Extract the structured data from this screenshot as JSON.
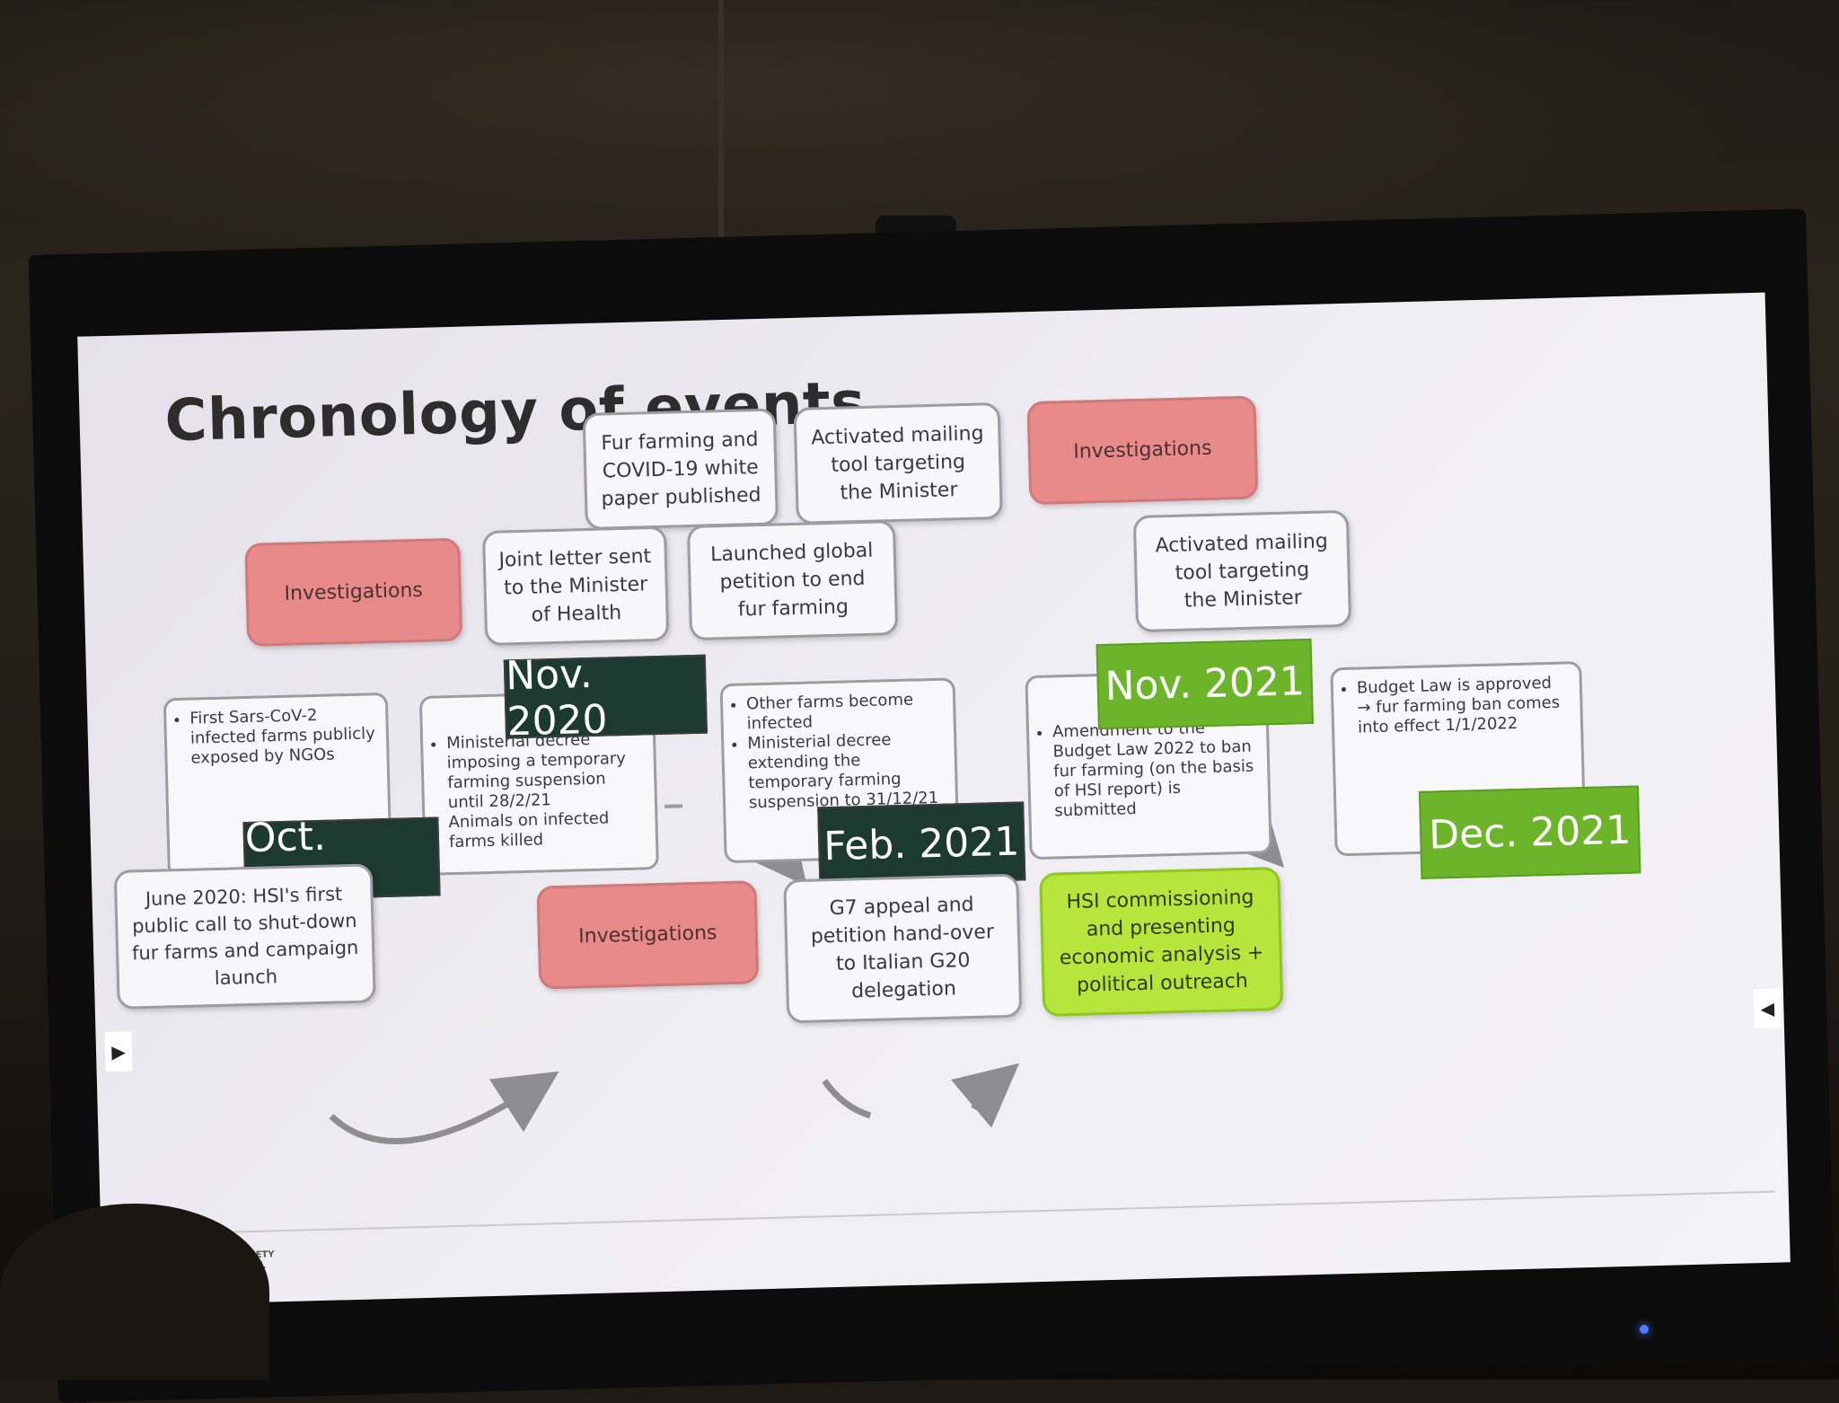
{
  "slide": {
    "title": "Chronology of events",
    "boxes": {
      "white_paper": "Fur farming and\nCOVID-19 white\npaper published",
      "mailing_top": "Activated mailing\ntool targeting\nthe Minister",
      "investigations_top_right": "Investigations",
      "investigations_left": "Investigations",
      "joint_letter": "Joint letter sent\nto the Minister\nof Health",
      "global_petition": "Launched global\npetition to end\nfur farming",
      "mailing_right": "Activated mailing\ntool targeting\nthe Minister",
      "june_2020": "June 2020: HSI's first\npublic call to shut-down\nfur farms and campaign\nlaunch",
      "investigations_bottom": "Investigations",
      "g7_appeal": "G7 appeal and\npetition hand-over\nto Italian G20\ndelegation",
      "hsi_commissioning": "HSI commissioning\nand presenting\neconomic analysis +\npolitical outreach"
    },
    "cards": {
      "oct_2020": [
        "First Sars-CoV-2 infected farms publicly exposed by NGOs"
      ],
      "nov_2020": [
        "Ministerial decree imposing a temporary farming suspension until 28/2/21",
        "Animals on infected farms killed"
      ],
      "feb_2021": [
        "Other farms become infected",
        "Ministerial decree extending the temporary farming suspension to 31/12/21"
      ],
      "nov_2021": [
        "Amendment to the Budget Law 2022 to ban fur farming (on the basis of HSI report) is submitted"
      ],
      "dec_2021": [
        "Budget Law is approved → fur farming ban comes into effect 1/1/2022"
      ]
    },
    "dates": {
      "oct_2020": "Oct. 2020",
      "nov_2020": "Nov. 2020",
      "feb_2021": "Feb. 2021",
      "nov_2021": "Nov. 2021",
      "dec_2021": "Dec. 2021"
    },
    "logo_text": "HUMANE SOCIETY\nINTERNATIONAL"
  },
  "colors": {
    "dark_date": "#1c3a30",
    "green_date": "#6cb52a",
    "investigations": "#e8898a",
    "lime_box": "#b7e53c"
  }
}
